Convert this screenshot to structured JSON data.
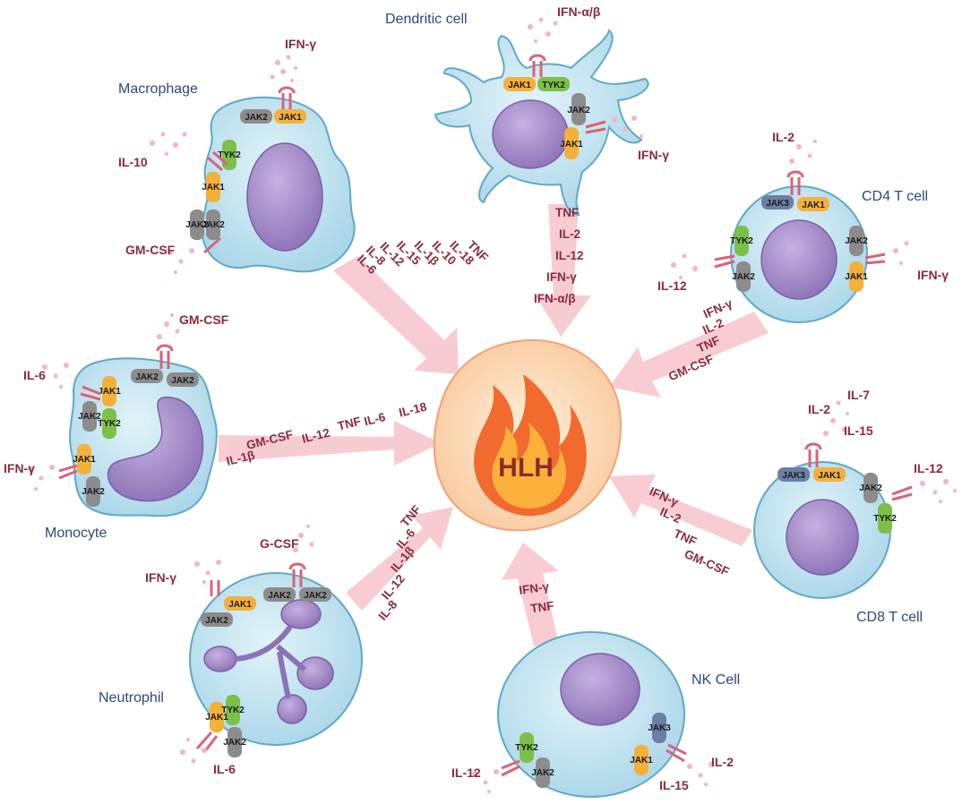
{
  "colors": {
    "cell_fill": "#bfe1ee",
    "cell_stroke": "#5fa9c6",
    "nucleus": "#9b82c2",
    "arrow": "#f7c7cc",
    "jak_gray": "#8c8c8c",
    "jak_orange": "#f3b13a",
    "jak_green": "#7cc049",
    "jak_blue": "#6c7fa6",
    "label_blue": "#2b4a7a",
    "cytokine_red": "#8a2b3e",
    "center_fill": "#fcd9b8",
    "flame_outer": "#f26a2e",
    "flame_inner": "#fbb03b"
  },
  "center": {
    "label": "HLH",
    "icon": "flame-icon"
  },
  "cells": [
    {
      "id": "macrophage",
      "name": "Macrophage",
      "cytokines_in": [
        "IFN-γ",
        "IL-10",
        "GM-CSF"
      ],
      "jaks": [
        "JAK2",
        "JAK1",
        "JAK1",
        "TYK2",
        "JAK2",
        "JAK2"
      ],
      "secreted": [
        "IL-6",
        "IL-8",
        "IL-12",
        "IL-15",
        "IL-1β",
        "IL-10",
        "IL-18",
        "TNF"
      ]
    },
    {
      "id": "dendritic",
      "name": "Dendritic cell",
      "cytokines_in": [
        "IFN-α/β",
        "IFN-γ"
      ],
      "jaks": [
        "JAK1",
        "TYK2",
        "JAK2",
        "JAK1"
      ],
      "secreted": [
        "TNF",
        "IL-2",
        "IL-12",
        "IFN-γ",
        "IFN-α/β"
      ]
    },
    {
      "id": "cd4",
      "name": "CD4 T cell",
      "cytokines_in": [
        "IL-2",
        "IL-12",
        "IFN-γ"
      ],
      "jaks": [
        "JAK3",
        "JAK1",
        "TYK2",
        "JAK2",
        "JAK2",
        "JAK1"
      ],
      "secreted": [
        "IFN-γ",
        "IL-2",
        "TNF",
        "GM-CSF"
      ]
    },
    {
      "id": "monocyte",
      "name": "Monocyte",
      "cytokines_in": [
        "GM-CSF",
        "IL-6",
        "IFN-γ"
      ],
      "jaks": [
        "JAK2",
        "JAK2",
        "JAK1",
        "JAK2",
        "TYK2",
        "JAK1",
        "JAK2"
      ],
      "secreted": [
        "IL-1β",
        "GM-CSF",
        "IL-12",
        "TNF",
        "IL-6",
        "IL-18"
      ]
    },
    {
      "id": "cd8",
      "name": "CD8 T cell",
      "cytokines_in": [
        "IL-2",
        "IL-7",
        "IL-15",
        "IL-12"
      ],
      "jaks": [
        "JAK3",
        "JAK1",
        "JAK2",
        "TYK2"
      ],
      "secreted": [
        "IFN-γ",
        "IL-2",
        "TNF",
        "GM-CSF"
      ]
    },
    {
      "id": "neutrophil",
      "name": "Neutrophil",
      "cytokines_in": [
        "G-CSF",
        "IFN-γ",
        "IL-6"
      ],
      "jaks": [
        "JAK2",
        "JAK2",
        "JAK2",
        "JAK1",
        "JAK1",
        "TYK2",
        "JAK2"
      ],
      "secreted": [
        "TNF",
        "IL-6",
        "IL-1β",
        "IL-12",
        "IL-8"
      ]
    },
    {
      "id": "nk",
      "name": "NK Cell",
      "cytokines_in": [
        "IL-12",
        "IL-2",
        "IL-15"
      ],
      "jaks": [
        "TYK2",
        "JAK2",
        "JAK3",
        "JAK1"
      ],
      "secreted": [
        "IFN-γ",
        "TNF"
      ]
    }
  ]
}
